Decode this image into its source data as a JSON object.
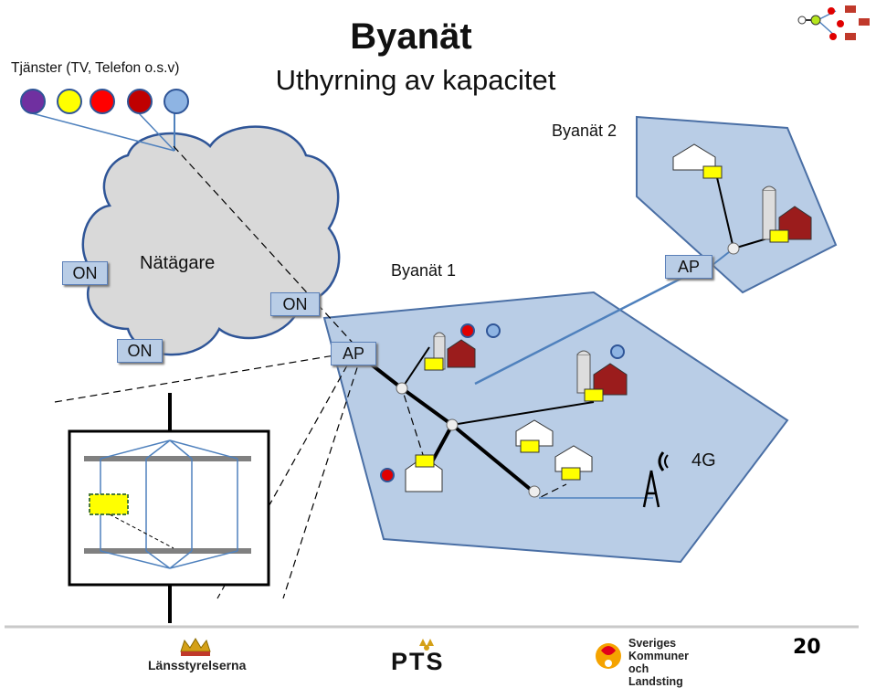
{
  "header": {
    "title": "Byanät",
    "subtitle": "Uthyrning av kapacitet"
  },
  "services": {
    "label": "Tjänster (TV, Telefon o.s.v)",
    "dots": [
      {
        "color": "#7030a0"
      },
      {
        "color": "#ffff00"
      },
      {
        "color": "#ff0000"
      },
      {
        "color": "#c00000"
      },
      {
        "color": "#8eb4e3"
      }
    ]
  },
  "cloud": {
    "label": "Nätägare"
  },
  "nodes": {
    "on_left": "ON",
    "on_mid": "ON",
    "on_bottom": "ON",
    "ap_main": "AP",
    "ap_right": "AP"
  },
  "networks": {
    "net1": "Byanät 1",
    "net2": "Byanät 2",
    "mobile": "4G"
  },
  "footer": {
    "logos": [
      {
        "name": "Länsstyrelserna"
      },
      {
        "name": "PTS"
      },
      {
        "name": "Sveriges Kommuner och Landsting",
        "lines": [
          "Sveriges",
          "Kommuner",
          "och Landsting"
        ]
      }
    ],
    "page_number": "20"
  },
  "colors": {
    "region_fill": "#b9cde6",
    "region_stroke": "#4a6fa5",
    "cloud_fill": "#d9d9d9",
    "cloud_stroke": "#2f5597",
    "link": "#000000",
    "fiber_blue": "#4f81bd",
    "footer_line": "#c9c9c9"
  }
}
